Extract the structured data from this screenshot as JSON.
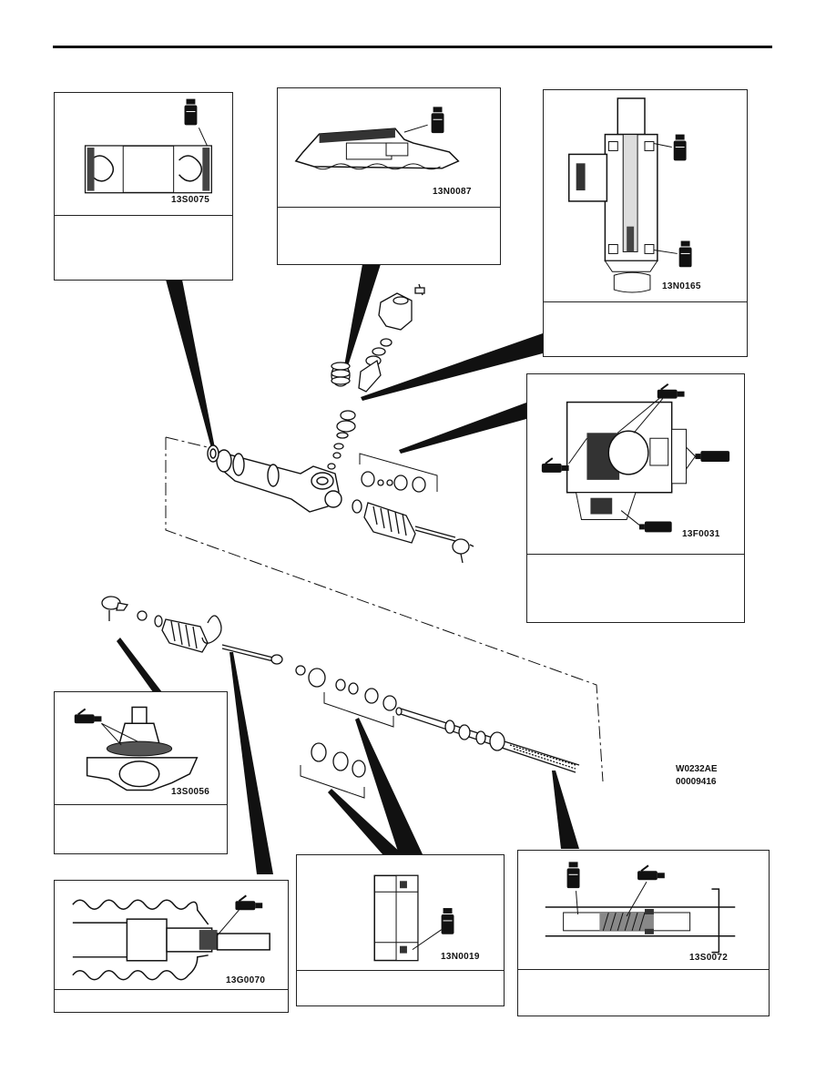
{
  "figures": {
    "seal_ring": {
      "code": "13S0075"
    },
    "pinion_housing": {
      "code": "13N0087"
    },
    "valve_section": {
      "code": "13N0165"
    },
    "rack_support": {
      "code": "13F0031"
    },
    "tie_rod_end": {
      "code": "13S0056"
    },
    "bellows": {
      "code": "13G0070"
    },
    "cylinder_seal": {
      "code": "13N0019"
    },
    "rack": {
      "code": "13S0072"
    }
  },
  "references": {
    "illustration_id": "W0232AE",
    "part_no": "00009416"
  }
}
